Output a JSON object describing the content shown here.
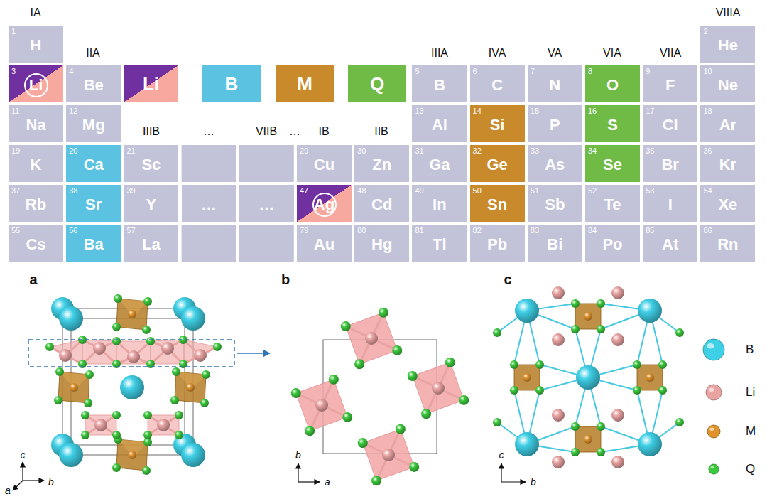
{
  "diagram": {
    "nodes": [
      {
        "text": [
          "1",
          "H"
        ]
      },
      {
        "text": [
          "2",
          "He"
        ]
      },
      {
        "text": [
          "3",
          "Li"
        ]
      },
      {
        "text": [
          "4",
          "Be"
        ]
      },
      {
        "text": [
          "Li"
        ]
      },
      {
        "text": [
          "B"
        ]
      },
      {
        "text": [
          "M"
        ]
      },
      {
        "text": [
          "Q"
        ]
      },
      {
        "text": [
          "5",
          "B"
        ]
      },
      {
        "text": [
          "6",
          "C"
        ]
      },
      {
        "text": [
          "7",
          "N"
        ]
      },
      {
        "text": [
          "8",
          "O"
        ]
      },
      {
        "text": [
          "9",
          "F"
        ]
      },
      {
        "text": [
          "10",
          "Ne"
        ]
      },
      {
        "text": [
          "11",
          "Na"
        ]
      },
      {
        "text": [
          "12",
          "Mg"
        ]
      },
      {
        "text": [
          "13",
          "Al"
        ]
      },
      {
        "text": [
          "14",
          "Si"
        ]
      },
      {
        "text": [
          "15",
          "P"
        ]
      },
      {
        "text": [
          "16",
          "S"
        ]
      },
      {
        "text": [
          "17",
          "Cl"
        ]
      },
      {
        "text": [
          "18",
          "Ar"
        ]
      },
      {
        "text": [
          "19",
          "K"
        ]
      },
      {
        "text": [
          "20",
          "Ca"
        ]
      },
      {
        "text": [
          "21",
          "Sc"
        ]
      },
      {
        "text": [
          "29",
          "Cu"
        ]
      },
      {
        "text": [
          "30",
          "Zn"
        ]
      },
      {
        "text": [
          "31",
          "Ga"
        ]
      },
      {
        "text": [
          "32",
          "Ge"
        ]
      },
      {
        "text": [
          "33",
          "As"
        ]
      },
      {
        "text": [
          "34",
          "Se"
        ]
      },
      {
        "text": [
          "35",
          "Br"
        ]
      },
      {
        "text": [
          "36",
          "Kr"
        ]
      },
      {
        "text": [
          "37",
          "Rb"
        ]
      },
      {
        "text": [
          "38",
          "Sr"
        ]
      },
      {
        "text": [
          "39",
          "Y"
        ]
      },
      {
        "text": [
          "…"
        ]
      },
      {
        "text": [
          "…"
        ]
      },
      {
        "text": [
          "47",
          "Ag"
        ]
      },
      {
        "text": [
          "48",
          "Cd"
        ]
      },
      {
        "text": [
          "49",
          "In"
        ]
      },
      {
        "text": [
          "50",
          "Sn"
        ]
      },
      {
        "text": [
          "51",
          "Sb"
        ]
      },
      {
        "text": [
          "52",
          "Te"
        ]
      },
      {
        "text": [
          "53",
          "I"
        ]
      },
      {
        "text": [
          "54",
          "Xe"
        ]
      },
      {
        "text": [
          "55",
          "Cs"
        ]
      },
      {
        "text": [
          "56",
          "Ba"
        ]
      },
      {
        "text": [
          "57",
          "La"
        ]
      },
      {
        "text": [
          "79",
          "Au"
        ]
      },
      {
        "text": [
          "80",
          "Hg"
        ]
      },
      {
        "text": [
          "81",
          "Tl"
        ]
      },
      {
        "text": [
          "82",
          "Pb"
        ]
      },
      {
        "text": [
          "83",
          "Bi"
        ]
      },
      {
        "text": [
          "84",
          "Po"
        ]
      },
      {
        "text": [
          "85",
          "At"
        ]
      },
      {
        "text": [
          "86",
          "Rn"
        ]
      }
    ],
    "labels": [
      "IA",
      "VIIIA",
      "IIA",
      "IIIA",
      "IVA",
      "VA",
      "VIA",
      "VIIA",
      "IIIB",
      "…",
      "VIIB",
      "…",
      "IB",
      "IIB",
      "a",
      "c",
      "a",
      "b",
      "b",
      "b",
      "a",
      "c",
      "c",
      "b"
    ],
    "legend": [
      {
        "text": "B",
        "color": "#3fcfe6"
      },
      {
        "text": "Li",
        "color": "#e9a3a3"
      },
      {
        "text": "M",
        "color": "#e0922c"
      },
      {
        "text": "Q",
        "color": "#3cc83c"
      }
    ]
  }
}
